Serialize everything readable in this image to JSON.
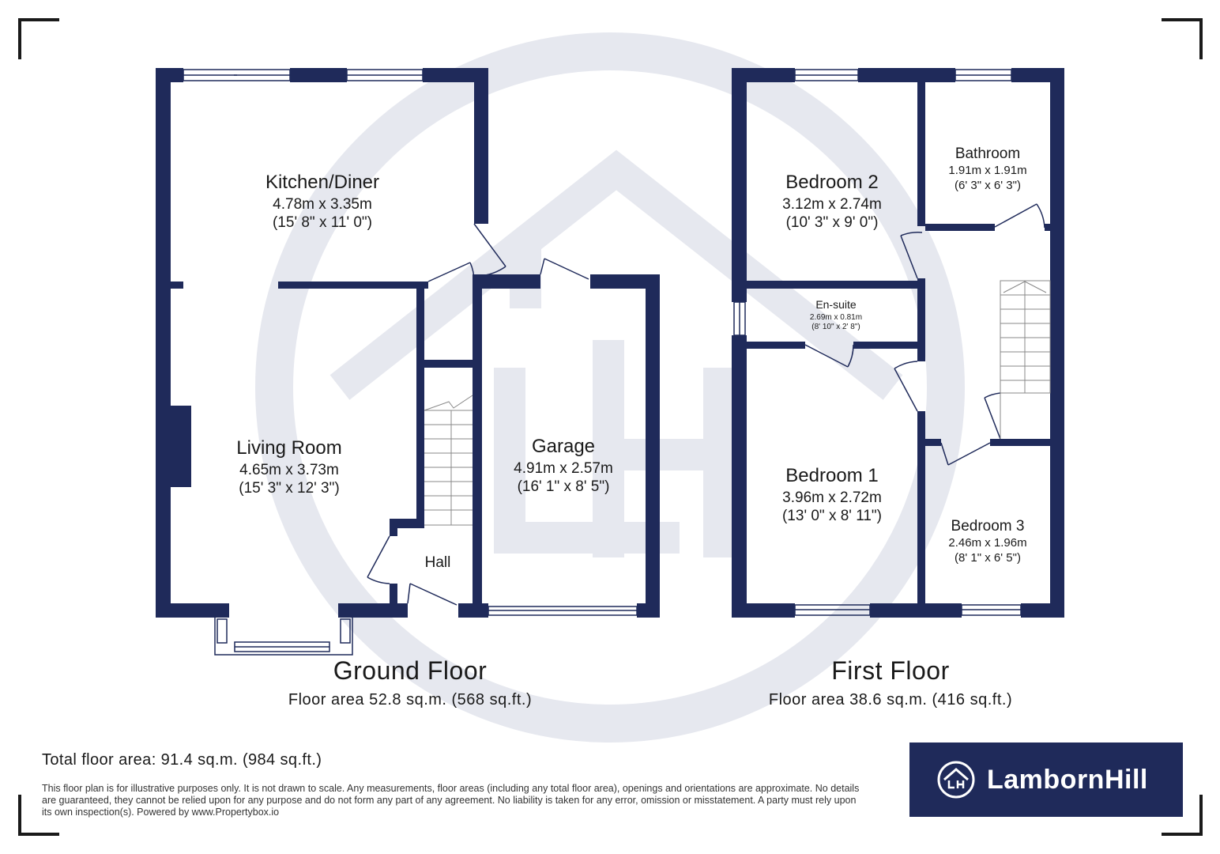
{
  "rooms": {
    "kitchen": {
      "name": "Kitchen/Diner",
      "metric": "4.78m x 3.35m",
      "imperial": "(15' 8\" x 11' 0\")"
    },
    "living": {
      "name": "Living Room",
      "metric": "4.65m x 3.73m",
      "imperial": "(15' 3\" x 12' 3\")"
    },
    "garage": {
      "name": "Garage",
      "metric": "4.91m x 2.57m",
      "imperial": "(16' 1\" x 8' 5\")"
    },
    "hall": {
      "name": "Hall"
    },
    "bedroom2": {
      "name": "Bedroom 2",
      "metric": "3.12m x 2.74m",
      "imperial": "(10' 3\" x 9' 0\")"
    },
    "bathroom": {
      "name": "Bathroom",
      "metric": "1.91m x 1.91m",
      "imperial": "(6' 3\" x 6' 3\")"
    },
    "ensuite": {
      "name": "En-suite",
      "metric": "2.69m x 0.81m",
      "imperial": "(8' 10\" x 2' 8\")"
    },
    "bedroom1": {
      "name": "Bedroom 1",
      "metric": "3.96m x 2.72m",
      "imperial": "(13' 0\" x 8' 11\")"
    },
    "bedroom3": {
      "name": "Bedroom 3",
      "metric": "2.46m x 1.96m",
      "imperial": "(8' 1\" x 6' 5\")"
    }
  },
  "floors": {
    "ground": {
      "title": "Ground Floor",
      "area": "Floor area 52.8 sq.m. (568 sq.ft.)"
    },
    "first": {
      "title": "First Floor",
      "area": "Floor area 38.6 sq.m. (416 sq.ft.)"
    }
  },
  "total_area": "Total floor area: 91.4 sq.m. (984 sq.ft.)",
  "disclaimer": "This floor plan is for illustrative purposes only. It is not drawn to scale. Any measurements, floor areas (including any total floor area), openings and orientations are approximate. No details are guaranteed, they cannot be relied upon for any purpose and do not form any part of any agreement. No liability is taken for any error, omission or misstatement. A party must rely upon its own inspection(s). Powered by www.Propertybox.io",
  "logo": {
    "text": "LambornHill",
    "icon": "house-lh-icon"
  },
  "watermark": {
    "icon": "house-lh-watermark-icon"
  },
  "colors": {
    "wall": "#1f2a5a",
    "watermark": "#e6e8ef",
    "logo_bg": "#1f2a5a"
  }
}
